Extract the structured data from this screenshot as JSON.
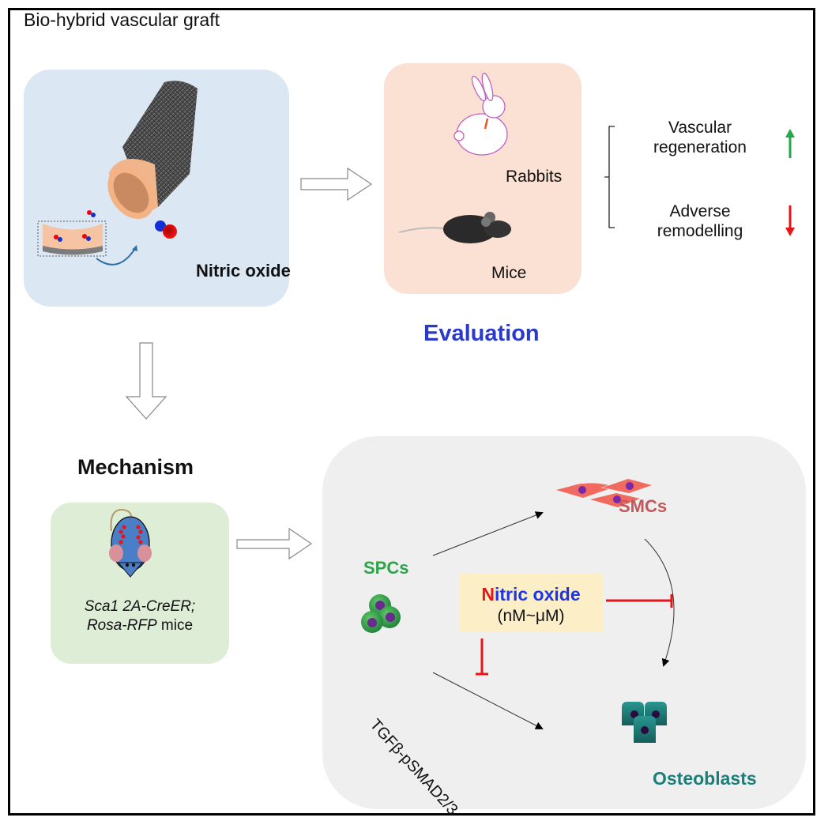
{
  "title": "Bio-hybrid vascular graft",
  "graft_panel": {
    "label": "Nitric oxide",
    "icons": [
      "graft-tube-icon",
      "graft-cross-section-icon",
      "no-molecule-icon"
    ]
  },
  "evaluation_panel": {
    "heading": "Evaluation",
    "animals": [
      {
        "label": "Rabbits",
        "icon": "rabbit-icon"
      },
      {
        "label": "Mice",
        "icon": "mouse-icon"
      }
    ],
    "outcomes": [
      {
        "line1": "Vascular",
        "line2": "regeneration",
        "direction": "up",
        "color": "#22a84a"
      },
      {
        "line1": "Adverse",
        "line2": "remodelling",
        "direction": "down",
        "color": "#e8141a"
      }
    ]
  },
  "mechanism_panel": {
    "heading": "Mechanism",
    "mouse_model": {
      "line1": "Sca1 2A-CreER;",
      "line2_italic": "Rosa-RFP",
      "line2_rest": " mice",
      "icon": "lineage-tracing-mouse-icon"
    }
  },
  "cell_panel": {
    "spc_label": "SPCs",
    "smc_label": "SMCs",
    "osteoblast_label": "Osteoblasts",
    "no_box": {
      "initial": "N",
      "rest": "itric oxide",
      "concentration": "(nM~μM)"
    },
    "pathway_label": "TGFβ-pSMAD2/3",
    "colors": {
      "spc": "#2ca54a",
      "smc": "#c2585a",
      "osteoblast": "#187f7a",
      "inhibit": "#e8141a",
      "no_text": "#1d35e8"
    }
  }
}
